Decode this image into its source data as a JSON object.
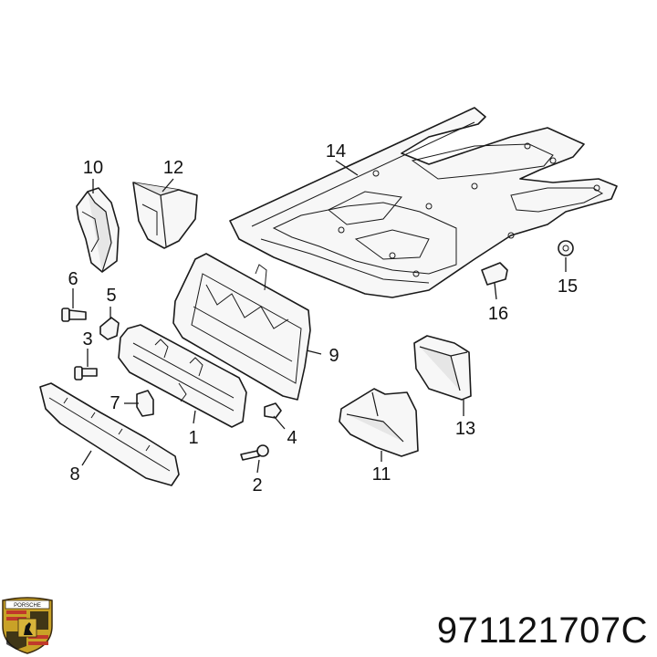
{
  "part_number": "971121707C",
  "logo_text": "PORSCHE",
  "callouts": {
    "c1": "1",
    "c2": "2",
    "c3": "3",
    "c4": "4",
    "c5": "5",
    "c6": "6",
    "c7": "7",
    "c8": "8",
    "c9": "9",
    "c10": "10",
    "c11": "11",
    "c12": "12",
    "c13": "13",
    "c14": "14",
    "c15": "15",
    "c16": "16"
  }
}
